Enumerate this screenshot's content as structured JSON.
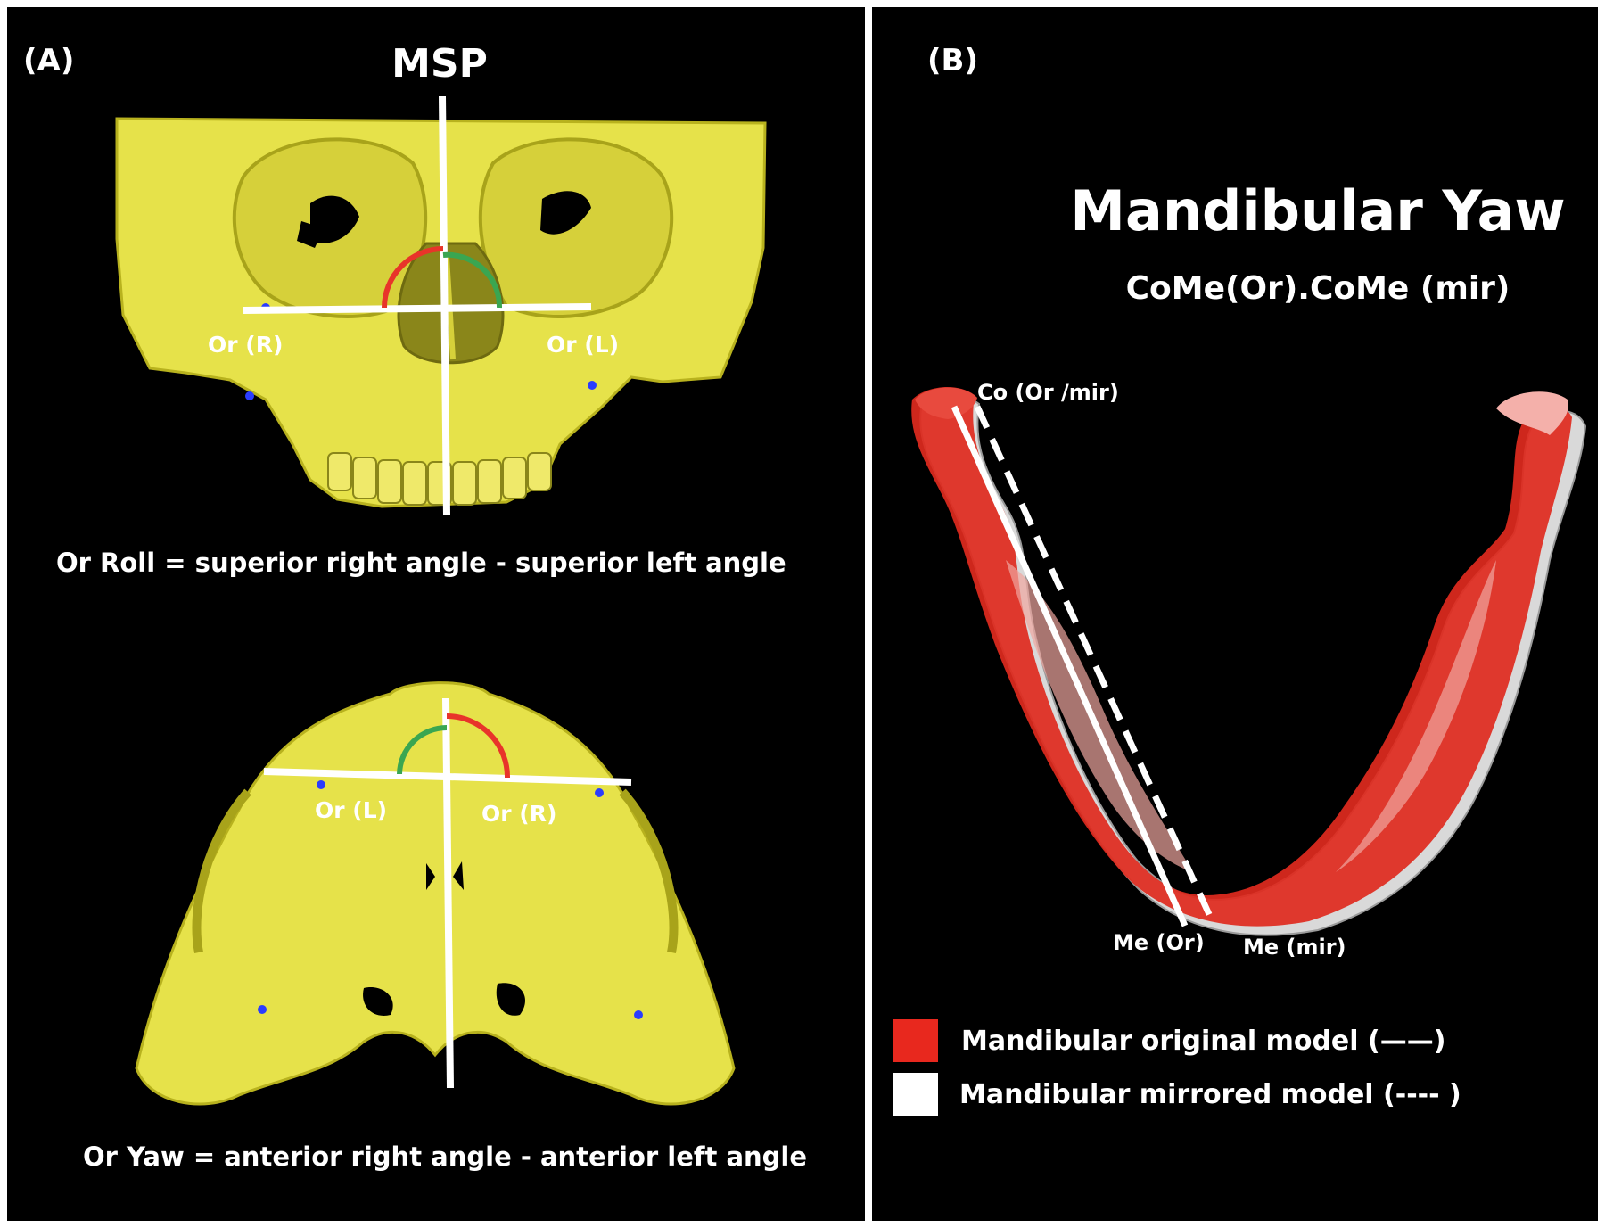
{
  "panel_a": {
    "label": "(A)",
    "plane_label": "MSP",
    "top_view": {
      "label_right": "Or (R)",
      "label_left": "Or (L)",
      "equation": "Or Roll = superior right angle  - superior left angle"
    },
    "bottom_view": {
      "label_left": "Or (L)",
      "label_right": "Or (R)",
      "equation": "Or Yaw = anterior right angle  - anterior left angle"
    }
  },
  "panel_b": {
    "label": "(B)",
    "title": "Mandibular  Yaw",
    "subtitle": "CoMe(Or).CoMe (mir)",
    "condylion_label": "Co (Or /mir)",
    "menton_original_label": "Me (Or)",
    "menton_mirrored_label": "Me (mir)",
    "legend": [
      {
        "label": "Mandibular original model (——)",
        "color": "#e8281e"
      },
      {
        "label": "Mandibular mirrored model (---- )",
        "color": "#ffffff"
      }
    ]
  },
  "colors": {
    "bone": "#e6e24a",
    "bone_dark": "#b8b21e",
    "angle_red": "#e8342a",
    "angle_green": "#3aa651",
    "landmark_blue": "#2a3cff",
    "mandible_red": "#e02a1e",
    "mandible_mirror": "#d9d9d9"
  }
}
